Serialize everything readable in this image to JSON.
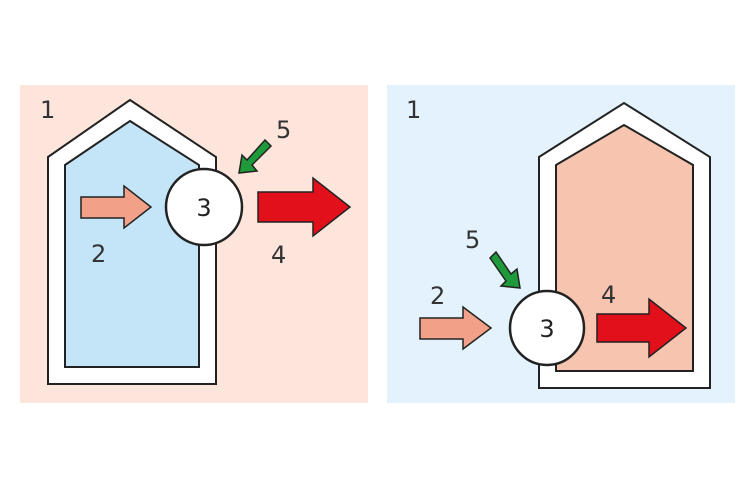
{
  "panels": [
    {
      "id": "left",
      "background": "#fde5dc",
      "house_inner_fill": "#c4e4f7",
      "labels": {
        "zone": "1",
        "inflow": "2",
        "unit": "3",
        "outflow": "4",
        "supply": "5"
      }
    },
    {
      "id": "right",
      "background": "#e3f2fc",
      "house_inner_fill": "#f7c4b0",
      "labels": {
        "zone": "1",
        "inflow": "2",
        "unit": "3",
        "outflow": "4",
        "supply": "5"
      }
    }
  ],
  "colors": {
    "inflow_arrow": "#f2a088",
    "outflow_arrow": "#e2101b",
    "supply_arrow": "#1e9a3a",
    "outline": "#222222",
    "circle_fill": "#ffffff"
  }
}
